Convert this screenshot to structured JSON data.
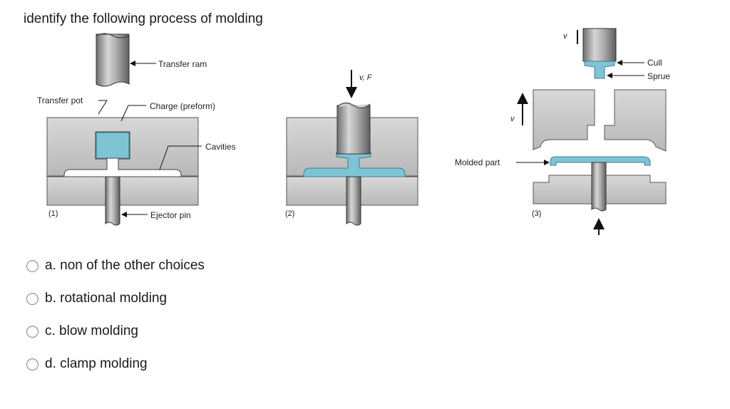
{
  "question": {
    "text": "identify the following process of molding"
  },
  "figure": {
    "labels": {
      "transfer_ram": "Transfer ram",
      "transfer_pot": "Transfer pot",
      "charge": "Charge (preform)",
      "cavities": "Cavities",
      "ejector_pin": "Ejector pin",
      "step1": "(1)",
      "step2": "(2)",
      "step3": "(3)",
      "vf": "v, F",
      "v_top": "v",
      "v_mid": "v",
      "cull": "Cull",
      "sprue": "Sprue",
      "molded_part": "Molded part"
    },
    "colors": {
      "plastic": "#7ec4d4",
      "mold": "#c9c9c9",
      "steel": "#9e9e9e"
    }
  },
  "options": [
    {
      "label": "a. non of the other choices"
    },
    {
      "label": "b. rotational molding"
    },
    {
      "label": "c. blow molding"
    },
    {
      "label": "d. clamp molding"
    }
  ]
}
